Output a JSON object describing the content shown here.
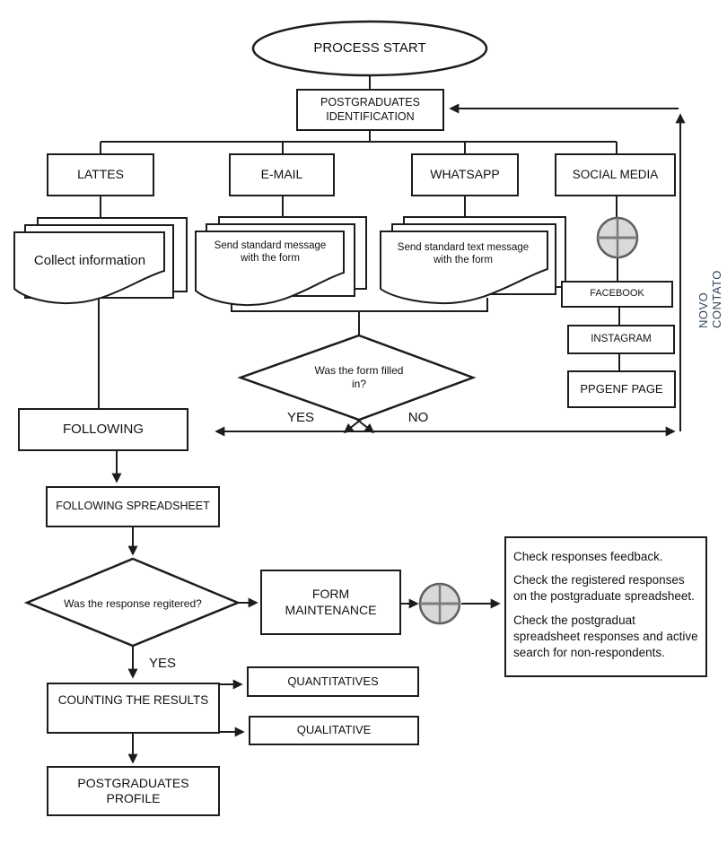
{
  "diagram_title": "Postgraduates identification and follow-up process flowchart",
  "nodes": {
    "start": {
      "label": "PROCESS START"
    },
    "identification": {
      "label": "POSTGRADUATES IDENTIFICATION"
    },
    "lattes": {
      "label": "LATTES"
    },
    "email": {
      "label": "E-MAIL"
    },
    "whatsapp": {
      "label": "WHATSAPP"
    },
    "social_media": {
      "label": "SOCIAL MEDIA"
    },
    "collect_doc": {
      "label": "Collect information"
    },
    "email_doc": {
      "label": "Send standard message with the form"
    },
    "whatsapp_doc": {
      "label": "Send standard text message with the form"
    },
    "facebook": {
      "label": "FACEBOOK"
    },
    "instagram": {
      "label": "INSTAGRAM"
    },
    "ppgenf_page": {
      "label": "PPGENF PAGE"
    },
    "decision_form_filled": {
      "label": "Was the form filled in?"
    },
    "following": {
      "label": "FOLLOWING"
    },
    "following_spreadsheet": {
      "label": "FOLLOWING SPREADSHEET"
    },
    "decision_response_registered": {
      "label": "Was the response regitered?"
    },
    "form_maintenance": {
      "label": "FORM MAINTENANCE"
    },
    "counting_results": {
      "label": "COUNTING THE RESULTS"
    },
    "quantitatives": {
      "label": "QUANTITATIVES"
    },
    "qualitative": {
      "label": "QUALITATIVE"
    },
    "postgraduates_profile": {
      "label": "POSTGRADUATES PROFILE"
    },
    "check_notes": {
      "p1": "Check responses feedback.",
      "p2": "Check the registered responses on the postgraduate spreadsheet.",
      "p3": "Check the postgraduat spreadsheet responses and active search for non-respondents."
    }
  },
  "edge_labels": {
    "yes_form": "YES",
    "no_form": "NO",
    "yes_response": "YES",
    "novo_contato": "NOVO CONTATO"
  },
  "colors": {
    "line": "#1c1c1c",
    "shape_fill": "#ffffff",
    "junction_fill": "#d9d9d9",
    "junction_stroke": "#5f5f5f",
    "junction_cross": "#7d7d7d",
    "novo_contato_text": "#33475b"
  }
}
